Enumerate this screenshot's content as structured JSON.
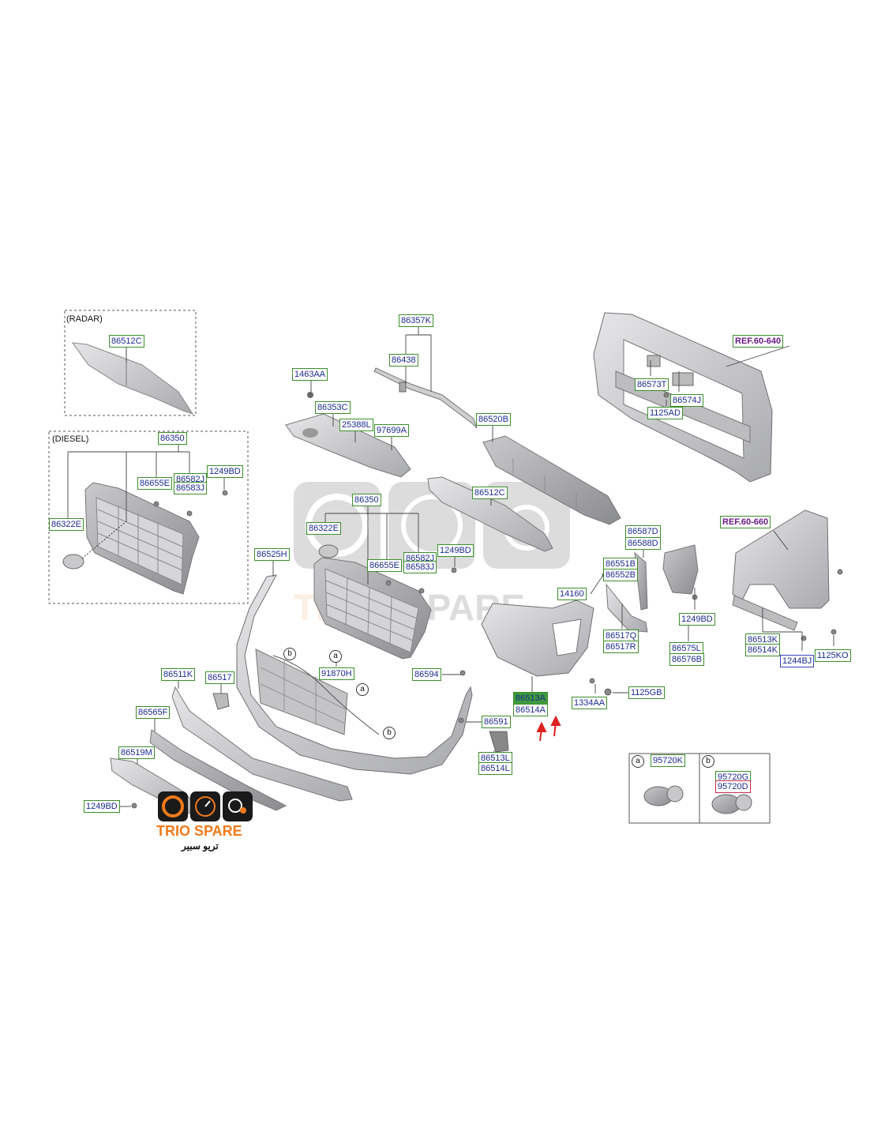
{
  "callouts": {
    "radar_caption": "(RADAR)",
    "diesel_caption": "(DIESEL)",
    "p_86512C_radar": "86512C",
    "p_86350_diesel": "86350",
    "p_86655E_diesel": "86655E",
    "p_86582J_diesel": "86582J",
    "p_86583J_diesel": "86583J",
    "p_1249BD_diesel": "1249BD",
    "p_86322E_diesel": "86322E",
    "p_86357K": "86357K",
    "p_86438": "86438",
    "p_1463AA": "1463AA",
    "p_86353C": "86353C",
    "p_25388L": "25388L",
    "p_97699A": "97699A",
    "p_86520B": "86520B",
    "p_86512C": "86512C",
    "p_86350": "86350",
    "p_86322E": "86322E",
    "p_86655E": "86655E",
    "p_86582J": "86582J",
    "p_86583J": "86583J",
    "p_1249BD_grille": "1249BD",
    "p_86525H": "86525H",
    "ref_60_640": "REF.60-640",
    "p_86573T": "86573T",
    "p_86574J": "86574J",
    "p_1125AD": "1125AD",
    "ref_60_660": "REF.60-660",
    "p_86587D": "86587D",
    "p_86588D": "86588D",
    "p_86551B": "86551B",
    "p_86552B": "86552B",
    "p_14160": "14160",
    "p_86517Q": "86517Q",
    "p_86517R": "86517R",
    "p_1249BD_side": "1249BD",
    "p_86575L": "86575L",
    "p_86576B": "86576B",
    "p_86513K": "86513K",
    "p_86514K": "86514K",
    "p_1244BJ": "1244BJ",
    "p_1125KO": "1125KO",
    "p_86511K": "86511K",
    "p_86517": "86517",
    "p_91870H": "91870H",
    "p_86594": "86594",
    "p_86513A": "86513A",
    "p_86514A": "86514A",
    "p_1334AA": "1334AA",
    "p_1125GB": "1125GB",
    "p_86565F": "86565F",
    "p_86591": "86591",
    "p_86519M": "86519M",
    "p_86513L": "86513L",
    "p_86514L": "86514L",
    "p_1249BD_bottom": "1249BD",
    "p_95720K": "95720K",
    "p_95720G": "95720G",
    "p_95720D": "95720D"
  },
  "markers": {
    "a": "a",
    "b": "b"
  },
  "logo": {
    "name": "TRIO SPARE",
    "arabic": "تريو سبير"
  },
  "colors": {
    "label_border": "#3a8f2a",
    "label_text": "#1b2b8f",
    "highlight_fill": "#3d9a3d",
    "ref_text": "#6a1a8a",
    "arrow_red": "#e02020",
    "logo_orange": "#f07a1a"
  }
}
